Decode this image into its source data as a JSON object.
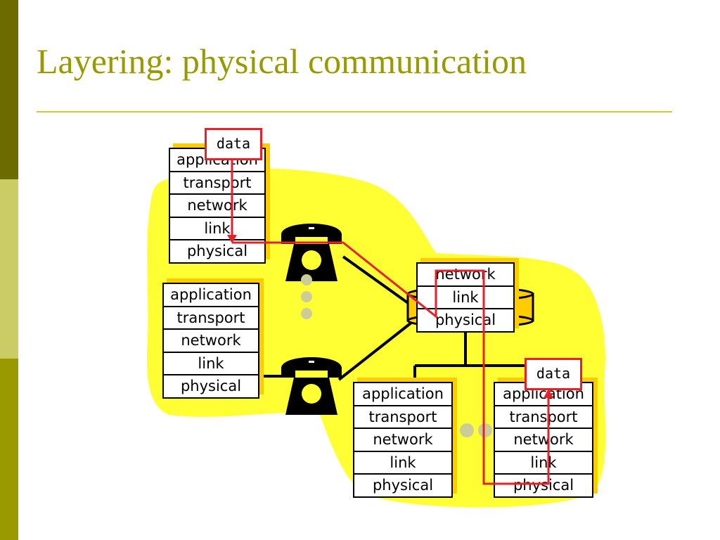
{
  "slide": {
    "title": "Layering: physical communication"
  },
  "data_label": "data",
  "stacks": {
    "host_top": [
      "application",
      "transport",
      "network",
      "link",
      "physical"
    ],
    "host_mid": [
      "application",
      "transport",
      "network",
      "link",
      "physical"
    ],
    "router": [
      "network",
      "link",
      "physical"
    ],
    "host_bottom": [
      "application",
      "transport",
      "network",
      "link",
      "physical"
    ],
    "host_right": [
      "application",
      "transport",
      "network",
      "link",
      "physical"
    ]
  },
  "colors": {
    "accent": "#999900",
    "cloud": "#ffff33",
    "path": "#e8202a",
    "shadow": "#ffcc00"
  }
}
